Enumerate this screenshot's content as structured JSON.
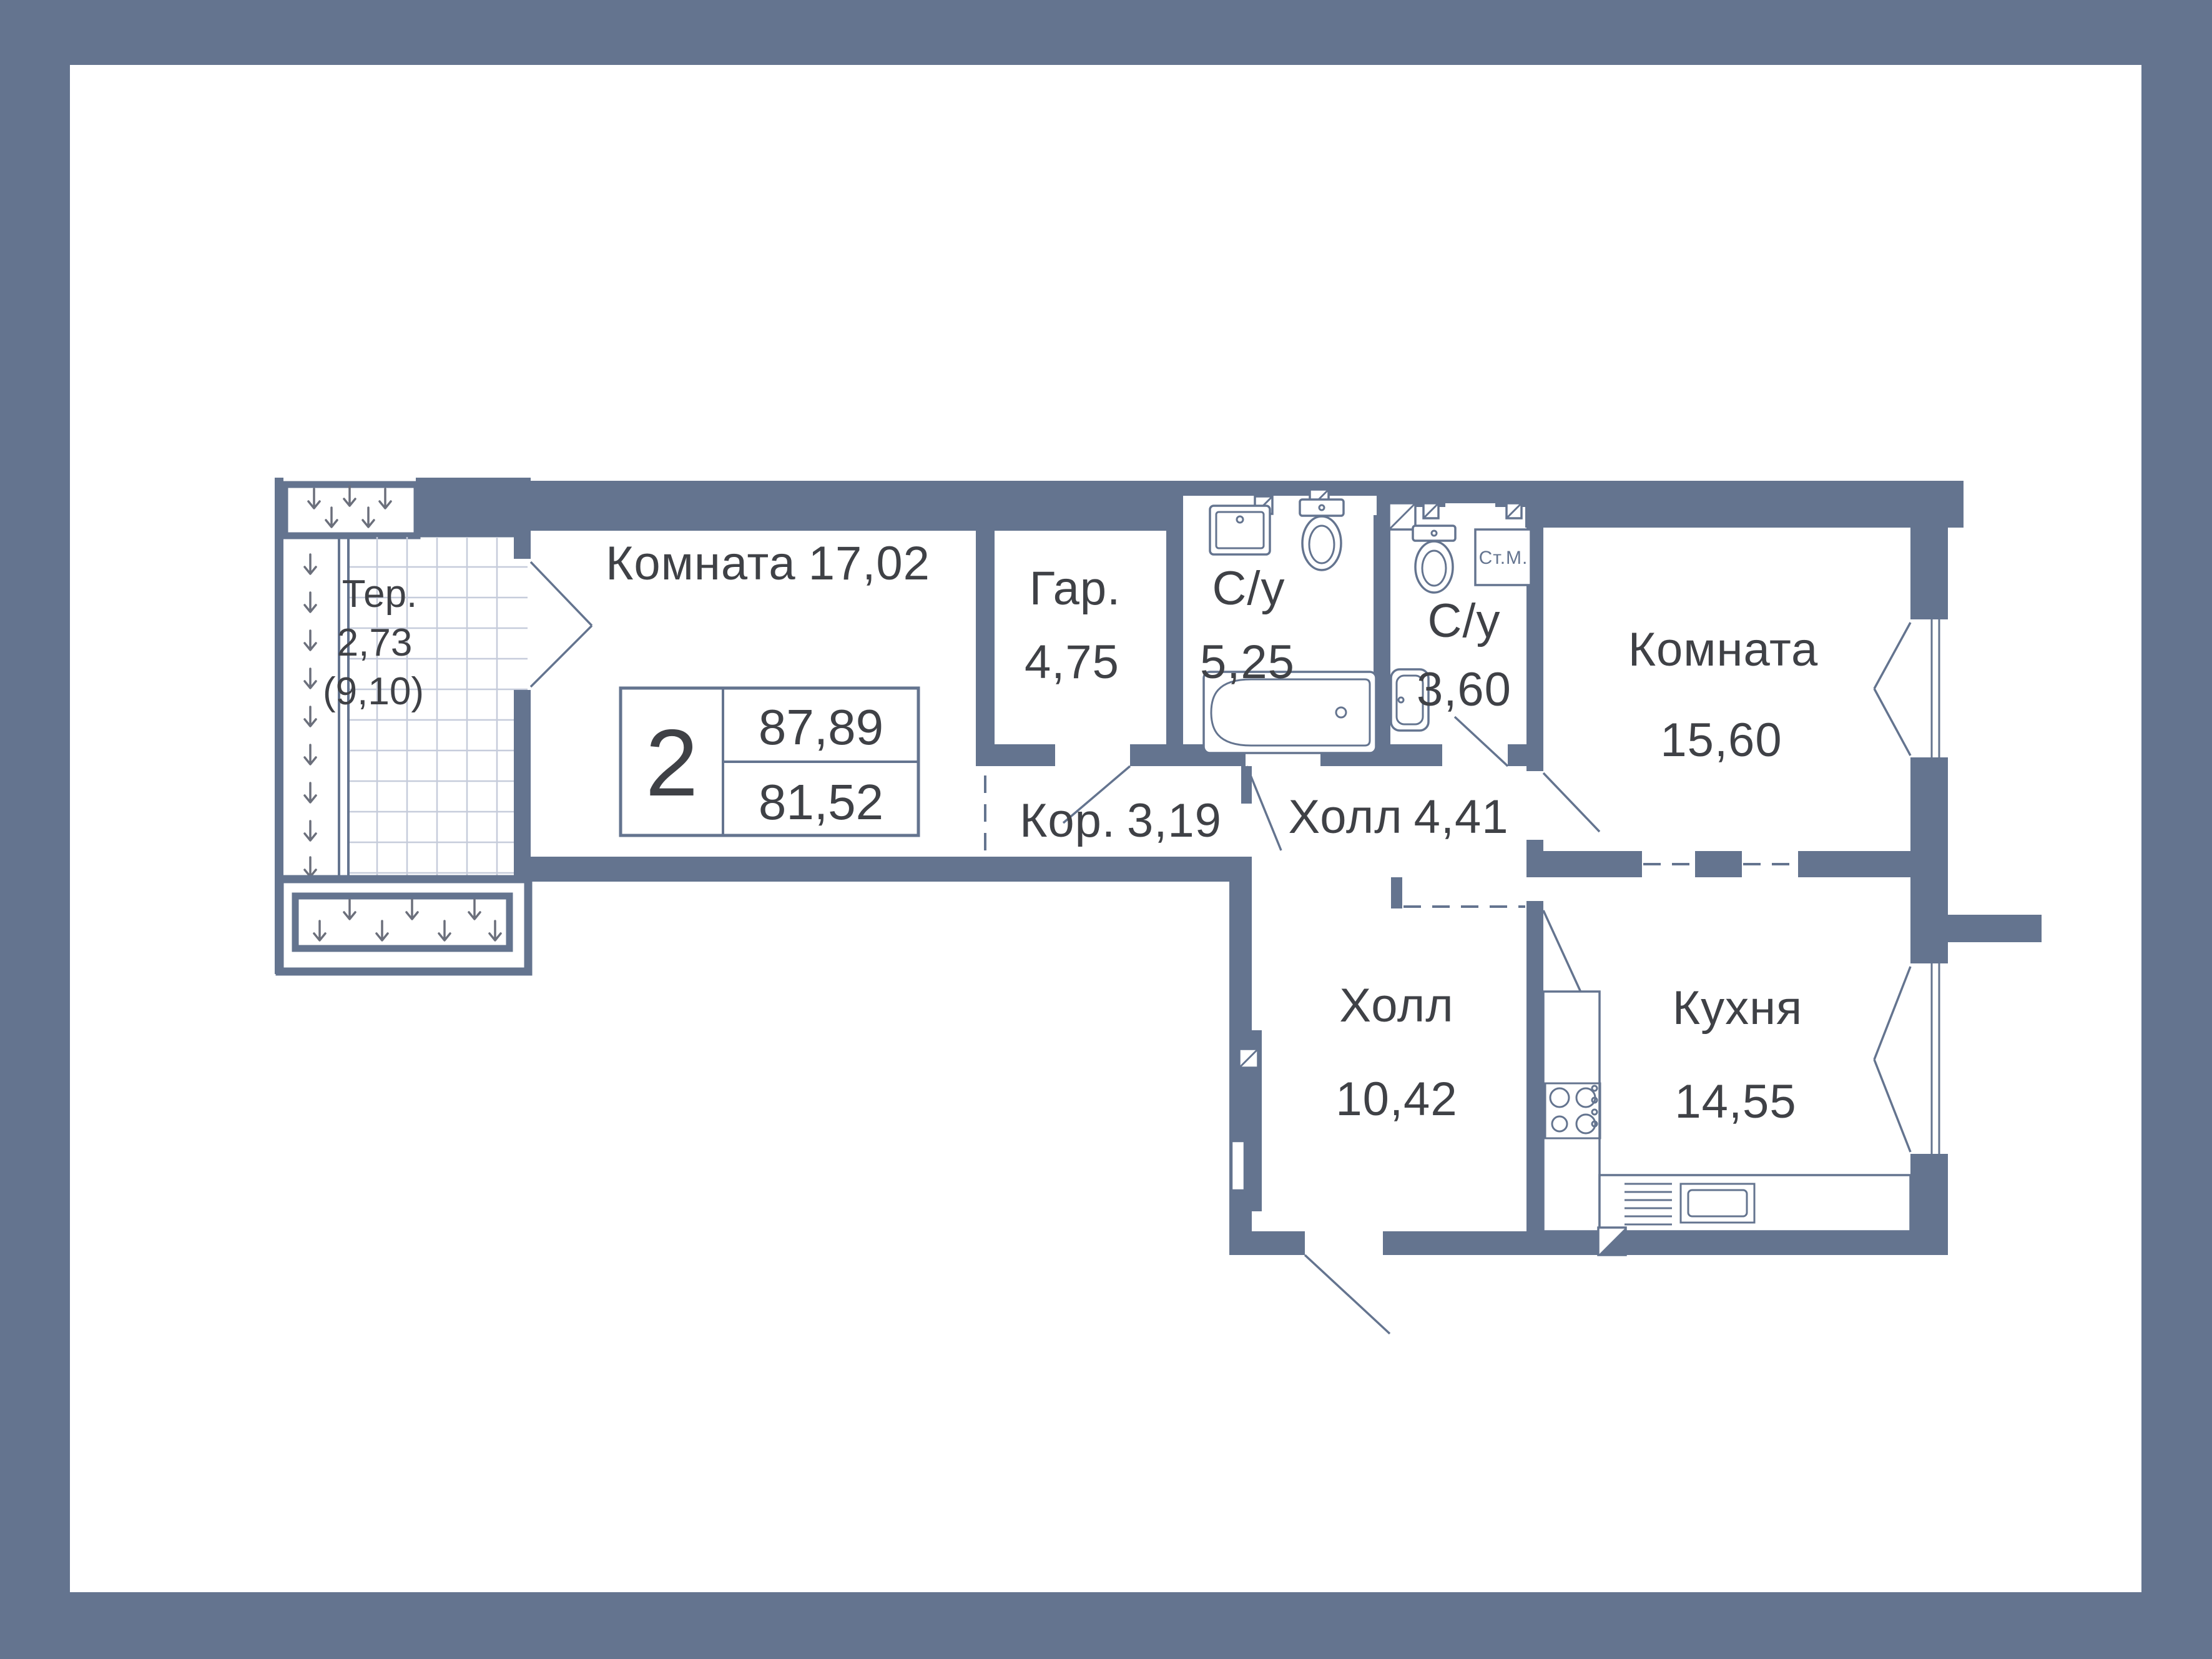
{
  "meta": {
    "type": "floor-plan",
    "language": "ru"
  },
  "palette": {
    "frame": "#64748f",
    "wall": "#64748f",
    "text": "#3f4146",
    "fixture_line": "#64748f",
    "tile_grid": "#c6ccdb",
    "plant_symbol": "#6b6f7b",
    "background": "#ffffff"
  },
  "summary": {
    "rooms_count": "2",
    "total_area": "87,89",
    "living_area": "81,52"
  },
  "rooms": [
    {
      "id": "room-1",
      "name": "Комната",
      "area": "17,02"
    },
    {
      "id": "wardrobe",
      "name": "Гар.",
      "area": "4,75"
    },
    {
      "id": "bathroom-1",
      "name": "С/у",
      "area": "5,25"
    },
    {
      "id": "bathroom-2",
      "name": "С/у",
      "area": "3,60"
    },
    {
      "id": "room-2",
      "name": "Комната",
      "area": "15,60"
    },
    {
      "id": "corridor",
      "name": "Кор.",
      "area": "3,19"
    },
    {
      "id": "hall-upper",
      "name": "Холл",
      "area": "4,41"
    },
    {
      "id": "hall-entry",
      "name": "Холл",
      "area": "10,42"
    },
    {
      "id": "kitchen",
      "name": "Кухня",
      "area": "14,55"
    },
    {
      "id": "terrace",
      "name": "Тер.",
      "area": "2,73",
      "area_full": "(9,10)"
    }
  ],
  "appliances": {
    "washing_machine": "Ст.М."
  }
}
